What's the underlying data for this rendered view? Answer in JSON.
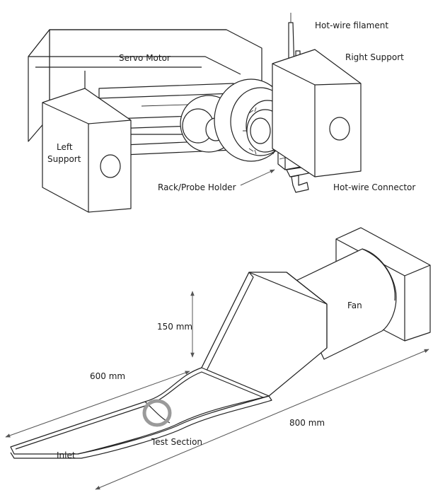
{
  "top_diagram": {
    "labels": {
      "hotwire_filament": "Hot-wire filament",
      "servo_motor": "Servo Motor",
      "right_support": "Right Support",
      "left_support_line1": "Left",
      "left_support_line2": "Support",
      "rack_probe_holder": "Rack/Probe Holder",
      "hotwire_connector": "Hot-wire Connector"
    }
  },
  "bottom_diagram": {
    "labels": {
      "fan": "Fan",
      "height_dim": "150 mm",
      "width_dim": "600 mm",
      "length_dim": "800 mm",
      "test_section": "Test Section",
      "inlet": "Inlet"
    }
  }
}
